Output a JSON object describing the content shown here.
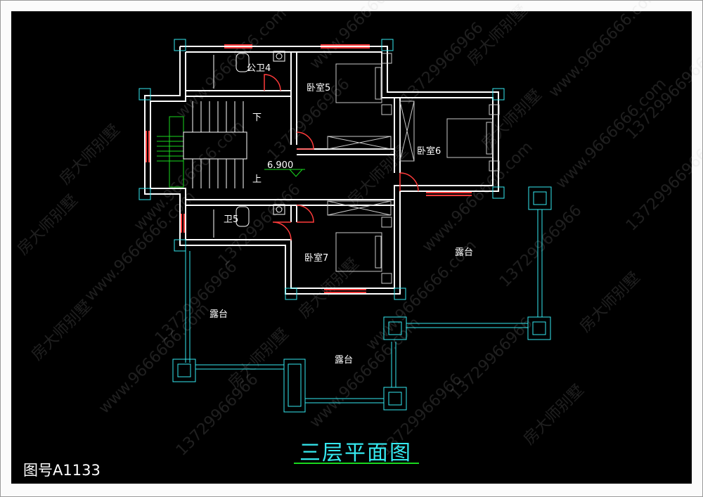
{
  "watermarks": [
    "房大师别墅",
    "www.9666666.com",
    "13729966966"
  ],
  "rooms": {
    "bath4": "公卫4",
    "bedroom5": "卧室5",
    "bedroom6": "卧室6",
    "bath5": "卫5",
    "bedroom7": "卧室7",
    "terrace_a": "露台",
    "terrace_b": "露台",
    "terrace_c": "露台"
  },
  "stair": {
    "down": "下",
    "up": "上"
  },
  "elevation": "6.900",
  "title": "三层平面图",
  "drawing_number": "图号A1133",
  "colors": {
    "background": "#000000",
    "wall": "#ffffff",
    "cyan": "#35e8ef",
    "window": "#ff3b3b",
    "green": "#19d81e",
    "gray": "#9a9a9a"
  }
}
